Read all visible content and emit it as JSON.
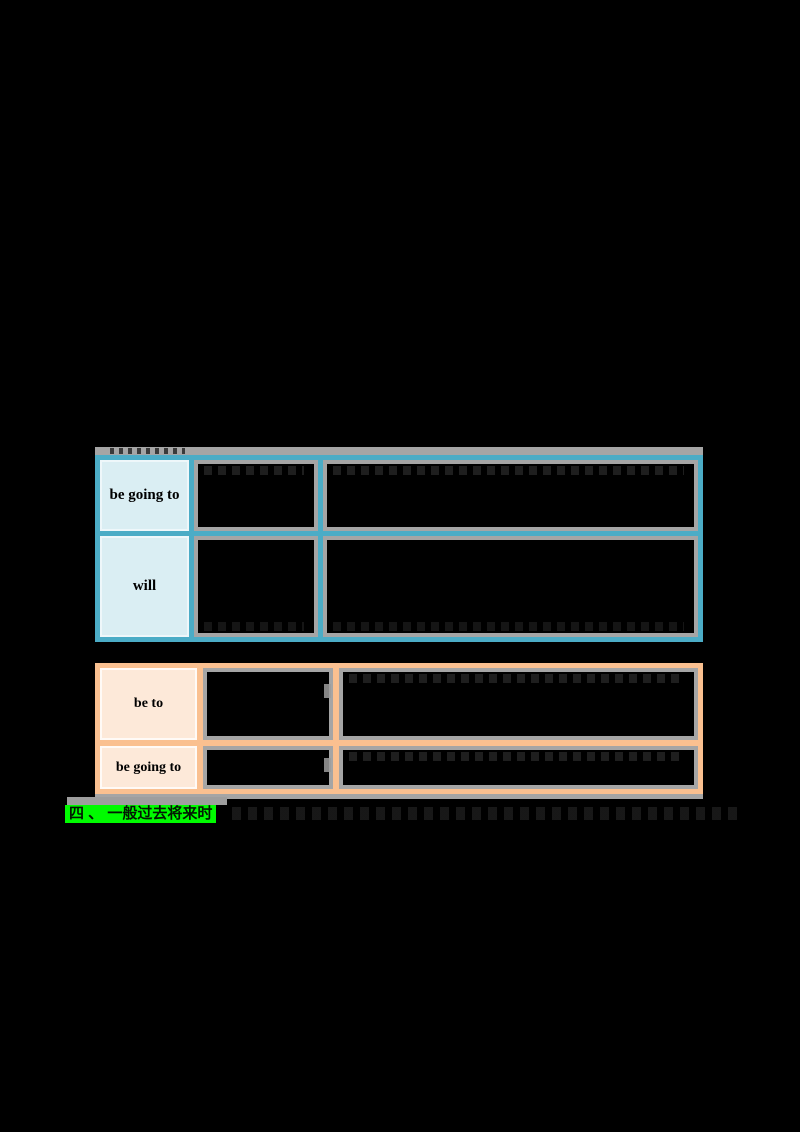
{
  "page": {
    "background_color": "#000000"
  },
  "blue_table": {
    "border_color": "#4BACC6",
    "header_fill_color": "#DAEEF3",
    "rows": [
      {
        "header": "be going to"
      },
      {
        "header": "will"
      }
    ]
  },
  "orange_table": {
    "border_color": "#FAC090",
    "header_fill_color": "#FDE9D9",
    "rows": [
      {
        "header": "be to"
      },
      {
        "header": "be going to"
      }
    ]
  },
  "section_heading": {
    "text": "四 、 一般过去将来时",
    "highlight_color": "#00FF00"
  }
}
